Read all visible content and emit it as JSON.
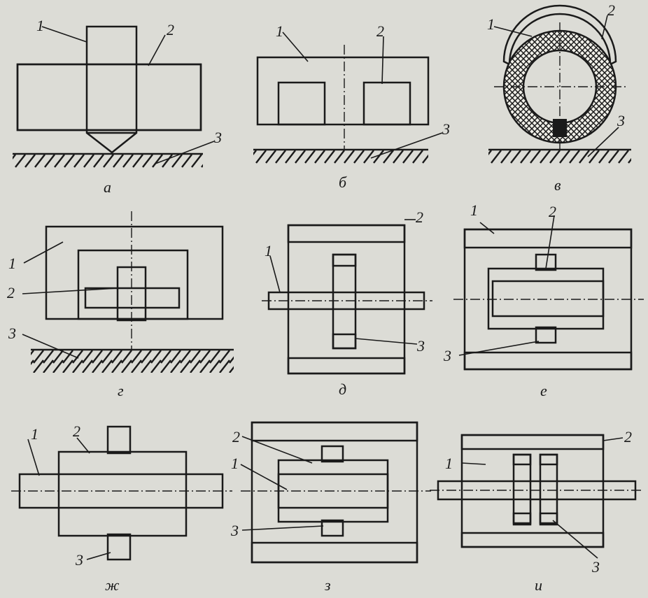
{
  "panels": [
    {
      "id": "a",
      "caption": "а",
      "labels": [
        "1",
        "2",
        "3"
      ]
    },
    {
      "id": "b",
      "caption": "б",
      "labels": [
        "1",
        "2",
        "3"
      ]
    },
    {
      "id": "v",
      "caption": "в",
      "labels": [
        "1",
        "2",
        "3"
      ]
    },
    {
      "id": "g",
      "caption": "г",
      "labels": [
        "1",
        "2",
        "3"
      ]
    },
    {
      "id": "d",
      "caption": "д",
      "labels": [
        "2",
        "1",
        "3"
      ]
    },
    {
      "id": "e",
      "caption": "е",
      "labels": [
        "1",
        "2",
        "3"
      ]
    },
    {
      "id": "zh",
      "caption": "ж",
      "labels": [
        "1",
        "2",
        "3"
      ]
    },
    {
      "id": "z",
      "caption": "з",
      "labels": [
        "2",
        "1",
        "3"
      ]
    },
    {
      "id": "i",
      "caption": "и",
      "labels": [
        "2",
        "1",
        "3"
      ]
    }
  ],
  "colors": {
    "background": "#dcdcd6",
    "ink": "#1a1a1a"
  }
}
